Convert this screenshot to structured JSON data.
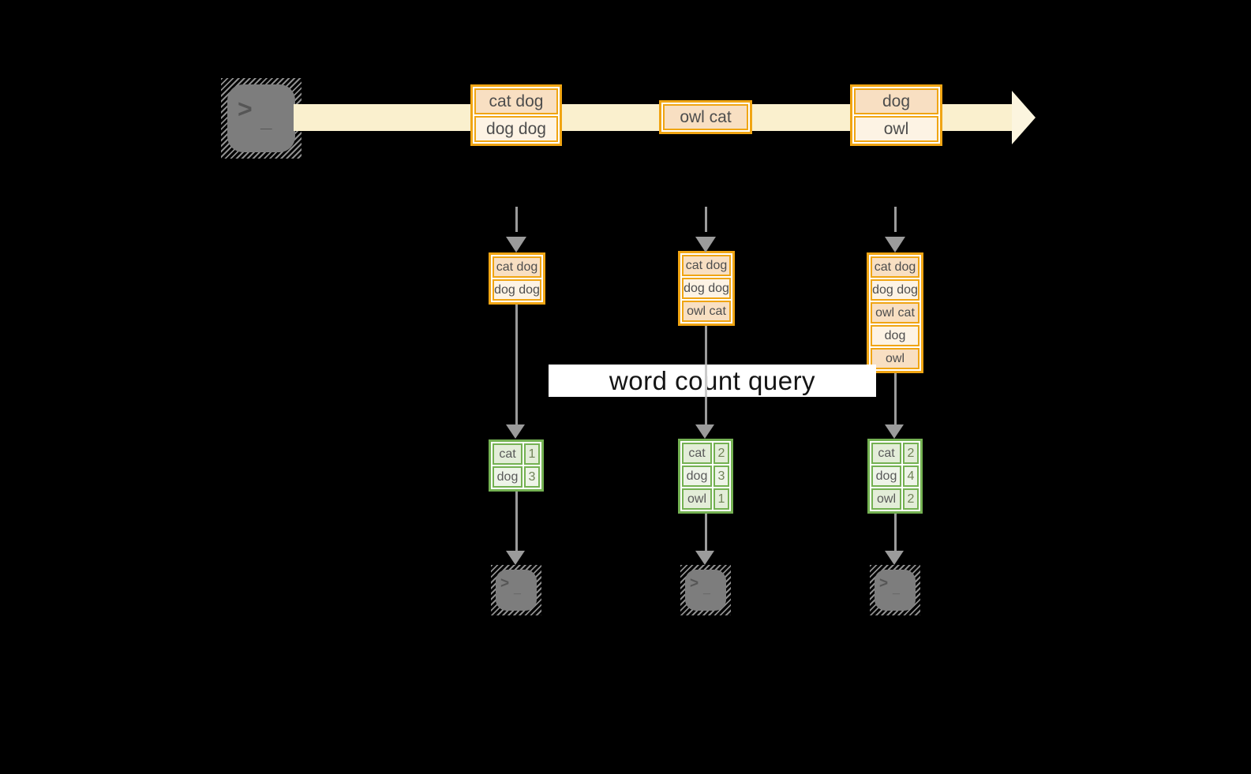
{
  "query_label": "word count query",
  "terminal_glyph": {
    "chevron": ">",
    "cursor": "_"
  },
  "stream_events": [
    {
      "lines": [
        "cat dog",
        "dog dog"
      ]
    },
    {
      "lines": [
        "owl cat"
      ]
    },
    {
      "lines": [
        "dog",
        "owl"
      ]
    }
  ],
  "columns": [
    {
      "buffer": [
        "cat dog",
        "dog dog"
      ],
      "counts": [
        {
          "word": "cat",
          "count": "1"
        },
        {
          "word": "dog",
          "count": "3"
        }
      ]
    },
    {
      "buffer": [
        "cat dog",
        "dog dog",
        "owl cat"
      ],
      "counts": [
        {
          "word": "cat",
          "count": "2"
        },
        {
          "word": "dog",
          "count": "3"
        },
        {
          "word": "owl",
          "count": "1"
        }
      ]
    },
    {
      "buffer": [
        "cat dog",
        "dog dog",
        "owl cat",
        "dog",
        "owl"
      ],
      "counts": [
        {
          "word": "cat",
          "count": "2"
        },
        {
          "word": "dog",
          "count": "4"
        },
        {
          "word": "owl",
          "count": "2"
        }
      ]
    }
  ],
  "colors": {
    "background": "#000000",
    "stream_band": "#faf0ce",
    "orange_border": "#f0a513",
    "cell_peach": "#f8dfc2",
    "cell_cream": "#fdf3e4",
    "green_border": "#74b152",
    "green_cell": "#e3edd8",
    "green_cell_light": "#eef4e8",
    "arrow_gray": "#9b9b9b",
    "terminal_gray": "#7d7d7d",
    "label_bg": "#ffffff"
  }
}
